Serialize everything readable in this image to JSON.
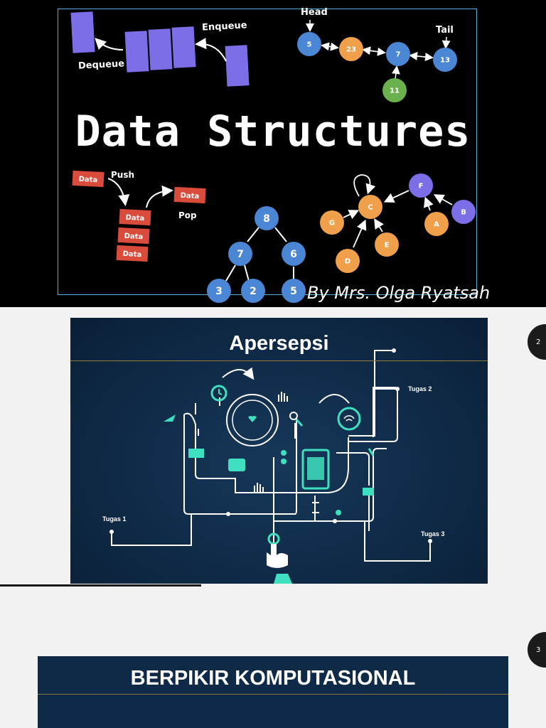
{
  "slide1": {
    "title": "Data Structures",
    "author": "By Mrs. Olga Ryatsah",
    "queue": {
      "enqueue": "Enqueue",
      "dequeue": "Dequeue"
    },
    "linked_list": {
      "head": "Head",
      "tail": "Tail",
      "nodes": [
        "5",
        "23",
        "7",
        "13",
        "11"
      ]
    },
    "stack": {
      "push": "Push",
      "pop": "Pop",
      "items": [
        "Data",
        "Data",
        "Data",
        "Data",
        "Data"
      ]
    },
    "tree": {
      "nodes": [
        "8",
        "7",
        "6",
        "3",
        "2",
        "5"
      ]
    },
    "graph": {
      "nodes": [
        "C",
        "F",
        "G",
        "E",
        "D",
        "A",
        "B"
      ]
    },
    "colors": {
      "blue": "#4a86d4",
      "orange": "#f0a04b",
      "green": "#6ab04c",
      "red": "#d94b3b",
      "purple": "#7c6ee6"
    }
  },
  "slide2": {
    "title": "Apersepsi",
    "labels": {
      "tugas1": "Tugas 1",
      "tugas2": "Tugas 2",
      "tugas3": "Tugas 3"
    },
    "accent": "#3fe0c0"
  },
  "slide3": {
    "title": "BERPIKIR KOMPUTASIONAL"
  },
  "page_numbers": [
    "2",
    "3"
  ]
}
